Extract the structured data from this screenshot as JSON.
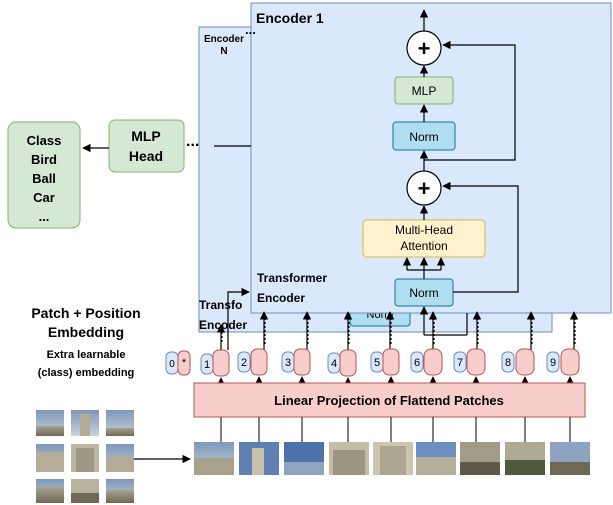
{
  "encoders": {
    "first_title": "Encoder 1",
    "last_title": "Encoder",
    "last_suffix": "N",
    "te_label_1": "Transformer",
    "te_label_2": "Encoder",
    "back_label_1": "Transfo",
    "back_label_2": "Encoder",
    "ellipsis": "..."
  },
  "blocks": {
    "mlp": "MLP",
    "norm_top": "Norm",
    "attention_1": "Multi-Head",
    "attention_2": "Attention",
    "norm_bottom": "Norm",
    "norm_hidden": "Norm",
    "plus_symbol": "+"
  },
  "head": {
    "label_1": "MLP",
    "label_2": "Head",
    "ellipsis": "..."
  },
  "classes": {
    "items": [
      "Class",
      "Bird",
      "Ball",
      "Car",
      "..."
    ]
  },
  "embedding": {
    "title_1": "Patch + Position",
    "title_2": "Embedding",
    "extra_1": "Extra learnable",
    "extra_2": "(class) embedding",
    "class_token_index": "0",
    "class_token_mark": "*",
    "patch_indices": [
      "1",
      "2",
      "3",
      "4",
      "5",
      "6",
      "7",
      "8",
      "9"
    ]
  },
  "projection": {
    "label": "Linear  Projection of Flattend Patches"
  },
  "colors": {
    "encoder_fill": "#dae8fc",
    "encoder_stroke": "#6c8ebf",
    "mlp_fill": "#d5e8d4",
    "mlp_stroke": "#82b366",
    "norm_fill": "#b1ddf0",
    "norm_stroke": "#10739e",
    "attention_fill": "#fff2cc",
    "attention_stroke": "#d6b656",
    "token_pink_fill": "#f8cecc",
    "token_pink_stroke": "#b85450",
    "token_blue_fill": "#dae8fc",
    "projection_fill": "#f8cecc",
    "projection_stroke": "#b85450"
  }
}
